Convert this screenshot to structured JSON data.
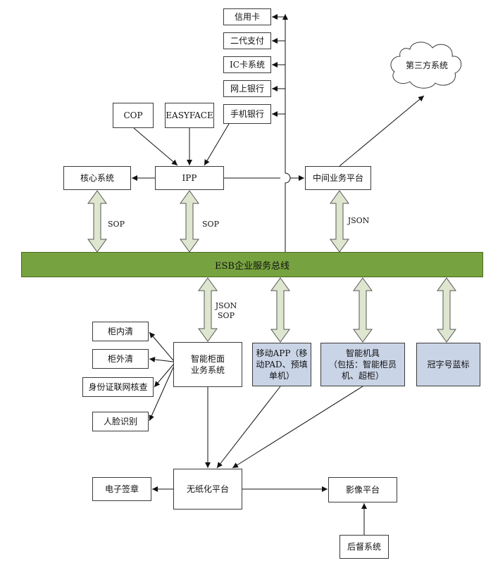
{
  "boxes": {
    "credit_card": "信用卡",
    "second_gen_payment": "二代支付",
    "ic_card_system": "IC卡系统",
    "online_banking": "网上银行",
    "mobile_banking": "手机银行",
    "cop": "COP",
    "easyface": "EASYFACE",
    "core_system": "核心系统",
    "ipp": "IPP",
    "middle_platform": "中间业务平台",
    "third_party": "第三方系统",
    "esb_bus": "ESB企业服务总线",
    "counter_inner": "柜内清",
    "counter_outer": "柜外清",
    "id_verification": "身份证联网核查",
    "face_recognition": "人脸识别",
    "smart_counter": "智能柜面\n业务系统",
    "mobile_app": "移动APP（移\n动PAD、预填\n单机）",
    "smart_machine": "智能机具\n（包括：智能柜员\n机、超柜）",
    "crown_number": "冠字号蓝标",
    "e_signature": "电子签章",
    "paperless_platform": "无纸化平台",
    "image_platform": "影像平台",
    "back_supervision": "后督系统"
  },
  "labels": {
    "sop_core": "SOP",
    "sop_ipp": "SOP",
    "json_middle": "JSON",
    "json_sop_counter": "JSON\nSOP"
  },
  "colors": {
    "bus_fill": "#77a240",
    "double_arrow_fill": "#dfe6cf",
    "blue_box_fill": "#c9d4e6"
  }
}
